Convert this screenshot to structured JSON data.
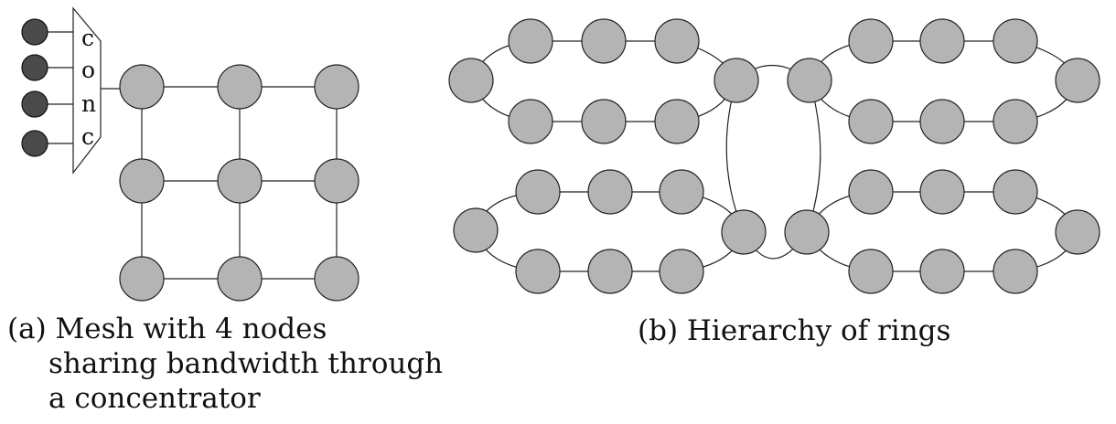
{
  "panel_a": {
    "concentrator_letters": [
      "c",
      "o",
      "n",
      "c"
    ],
    "caption_lines": [
      "(a) Mesh with 4 nodes",
      "sharing bandwidth through",
      "a concentrator"
    ]
  },
  "panel_b": {
    "caption": "(b) Hierarchy of rings"
  },
  "colors": {
    "node_fill": "#b4b4b4",
    "terminal_fill": "#4a4a4a",
    "stroke": "#222222"
  }
}
